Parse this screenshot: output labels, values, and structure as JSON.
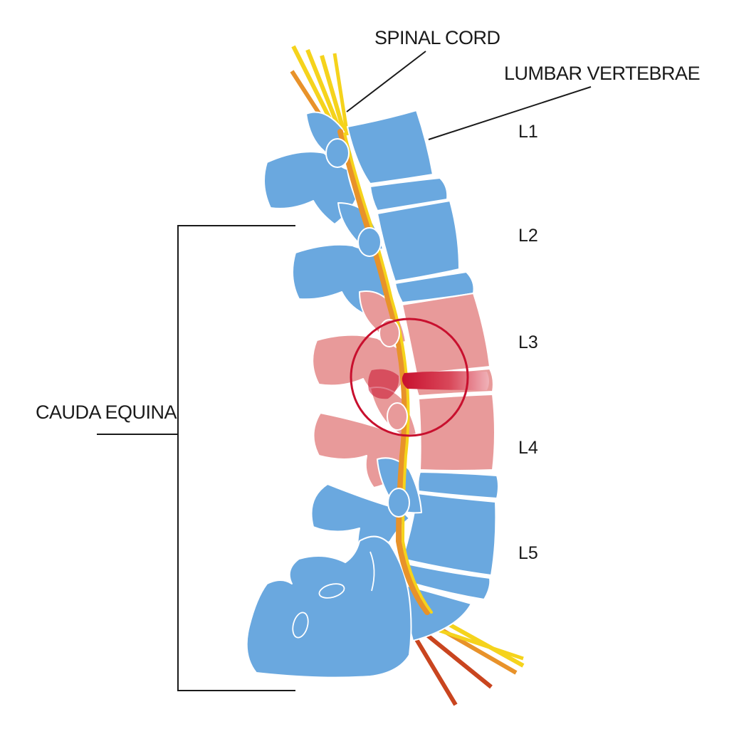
{
  "labels": {
    "spinal_cord": "SPINAL CORD",
    "lumbar_vertebrae": "LUMBAR VERTEBRAE",
    "cauda_equina": "CAUDA EQUINA"
  },
  "levels": [
    "L1",
    "L2",
    "L3",
    "L4",
    "L5"
  ],
  "highlighted_levels": [
    "L3",
    "L4"
  ],
  "colors": {
    "bone": "#6aa8df",
    "highlight": "#e89a9a",
    "herniation": "#c8102e",
    "ring": "#c8102e",
    "nerve_yellow": "#f5d31c",
    "nerve_orange": "#e8922a",
    "nerve_red": "#c9451f"
  }
}
